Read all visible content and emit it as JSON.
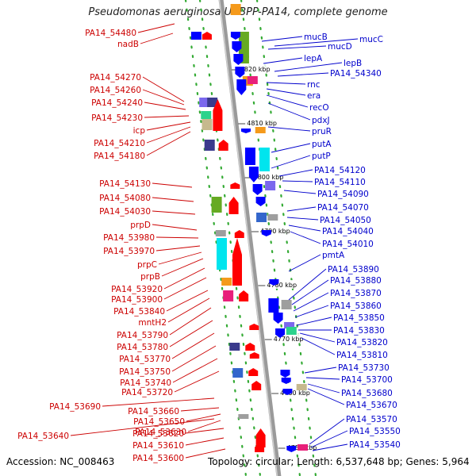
{
  "title": "Pseudomonas aeruginosa UCBPP-PA14, complete genome",
  "footer": {
    "accession": "Accession: NC_008463",
    "topology": "Topology: circular; Length: 6,537,648 bp; Genes: 5,964"
  },
  "ticks": [
    "4820 kbp",
    "4810 kbp",
    "4800 kbp",
    "4790 kbp",
    "4780 kbp",
    "4770 kbp",
    "4760 kbp",
    "4750 kbp"
  ],
  "left_labels": [
    "PA14_54480",
    "nadB",
    "PA14_54270",
    "PA14_54260",
    "PA14_54240",
    "PA14_54230",
    "icp",
    "PA14_54210",
    "PA14_54180",
    "PA14_54130",
    "PA14_54080",
    "PA14_54030",
    "prpD",
    "PA14_53980",
    "PA14_53970",
    "prpC",
    "prpB",
    "PA14_53920",
    "PA14_53900",
    "PA14_53840",
    "mntH2",
    "PA14_53790",
    "PA14_53780",
    "PA14_53770",
    "PA14_53750",
    "PA14_53740",
    "PA14_53720",
    "PA14_53690",
    "PA14_53660",
    "PA14_53650",
    "PA14_53630",
    "PA14_53640",
    "PA14_53620",
    "PA14_53610",
    "PA14_53600"
  ],
  "right_labels": [
    "mucB",
    "mucC",
    "mucD",
    "lepA",
    "lepB",
    "PA14_54340",
    "rnc",
    "era",
    "recO",
    "pdxJ",
    "pruR",
    "putA",
    "putP",
    "PA14_54120",
    "PA14_54110",
    "PA14_54090",
    "PA14_54070",
    "PA14_54050",
    "PA14_54040",
    "PA14_54010",
    "pmtA",
    "PA14_53890",
    "PA14_53880",
    "PA14_53870",
    "PA14_53860",
    "PA14_53850",
    "PA14_53830",
    "PA14_53820",
    "PA14_53810",
    "PA14_53730",
    "PA14_53700",
    "PA14_53680",
    "PA14_53670",
    "PA14_53570",
    "PA14_53550",
    "PA14_53540"
  ]
}
